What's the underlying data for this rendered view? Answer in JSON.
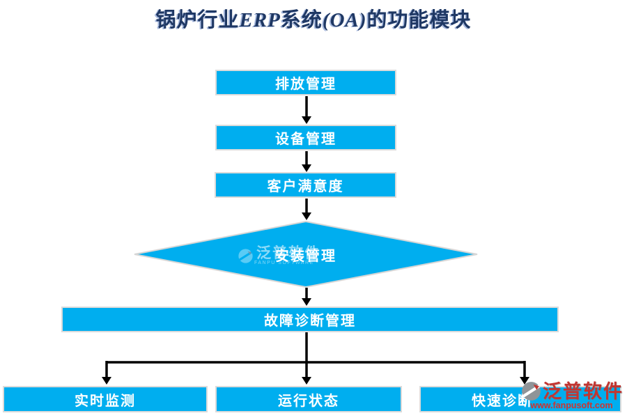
{
  "title": {
    "part1": "锅炉行业",
    "part2": "ERP",
    "part3": "系统",
    "part4": "(OA)",
    "part5": "的功能模块"
  },
  "flowchart": {
    "nodes": {
      "emission": {
        "label": "排放管理"
      },
      "equipment": {
        "label": "设备管理"
      },
      "satisfaction": {
        "label": "客户满意度"
      },
      "installation": {
        "label": "安装管理"
      },
      "fault": {
        "label": "故障诊断管理"
      },
      "realtime": {
        "label": "实时监测"
      },
      "running": {
        "label": "运行状态"
      },
      "diagnosis": {
        "label": "快速诊断"
      }
    }
  },
  "watermark": {
    "diamond_text": "泛普软件",
    "diamond_subtext": "FANPU SOFTWARE",
    "corner_text": "泛普软件",
    "corner_url": "www.fanpusoft.com"
  },
  "colors": {
    "node_fill": "#00AEEF",
    "node_border": "#DBDBDB",
    "node_text": "#FFFFFF",
    "title_color": "#1F3864",
    "arrow_color": "#000000",
    "watermark_red": "#C23531"
  }
}
